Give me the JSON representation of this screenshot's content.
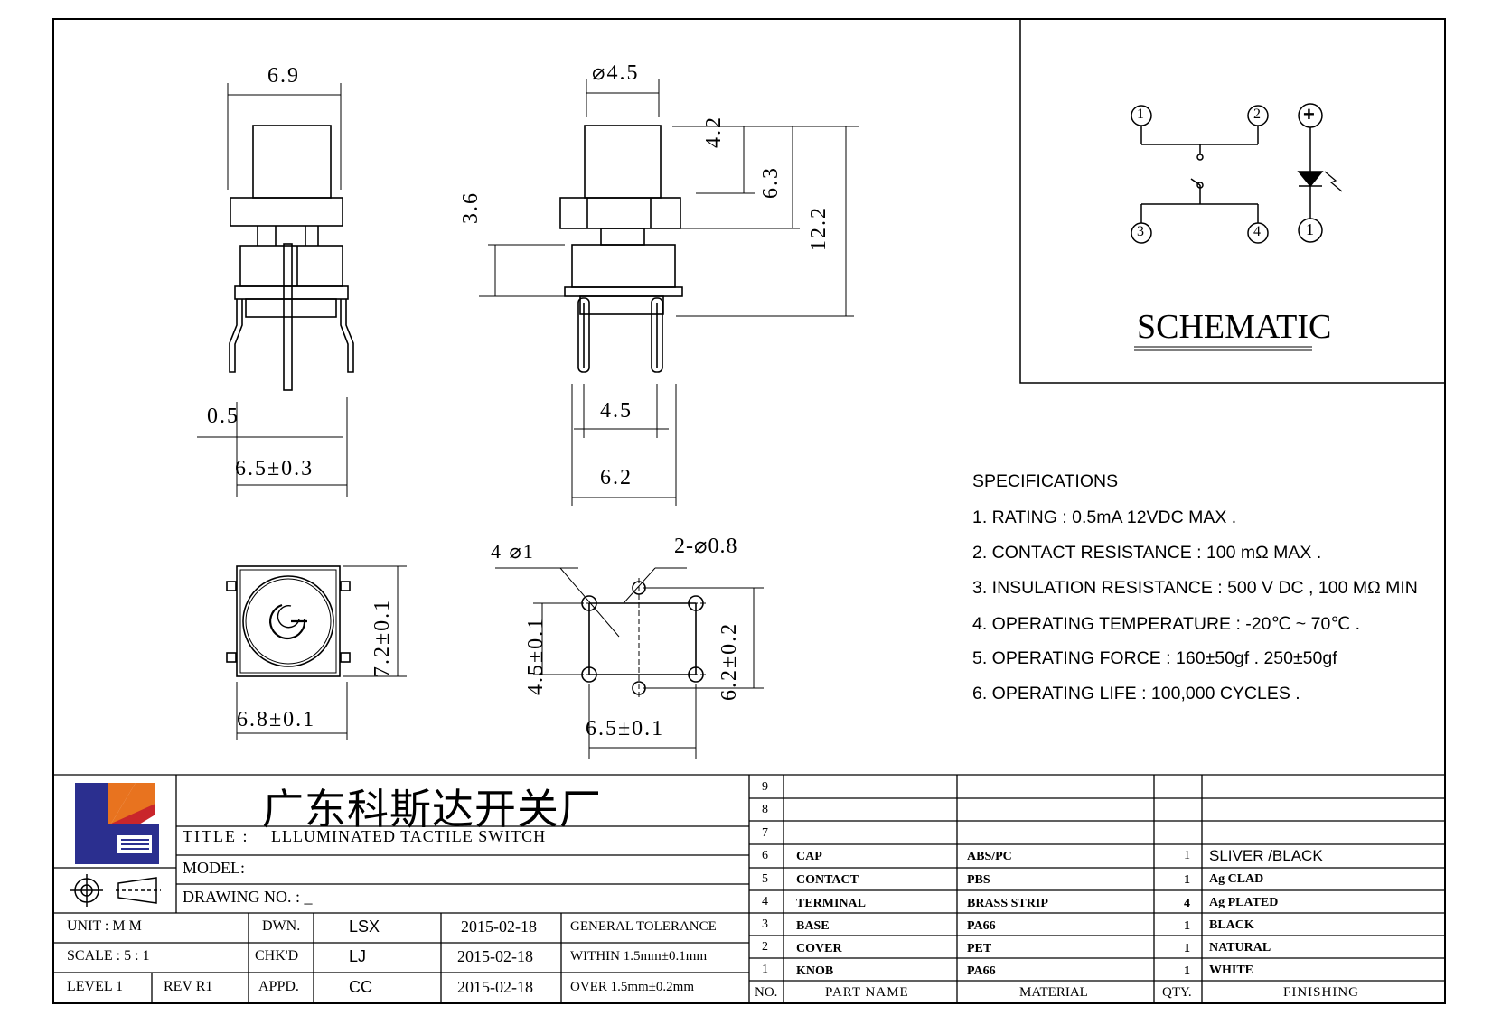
{
  "drawing": {
    "dims_side": {
      "top_width": "6.9",
      "pin_width": "0.5",
      "base_width": "6.5±0.3"
    },
    "dims_front": {
      "diameter": "⌀4.5",
      "h1": "4.2",
      "h2": "6.3",
      "h3": "12.2",
      "left": "3.6",
      "pin_pitch": "4.5",
      "base": "6.2"
    },
    "dims_top": {
      "height": "7.2±0.1",
      "width": "6.8±0.1"
    },
    "dims_footprint": {
      "holes4": "4 ⌀1",
      "holes2": "2-⌀0.8",
      "pitch_v": "4.5±0.1",
      "total_v": "6.2±0.2",
      "width": "6.5±0.1"
    }
  },
  "schematic": {
    "title": "SCHEMATIC",
    "pins": [
      "1",
      "2",
      "3",
      "4"
    ],
    "led_plus": "+",
    "led_pin": "1"
  },
  "specs": {
    "heading": "SPECIFICATIONS",
    "items": [
      "1. RATING : 0.5mA 12VDC MAX .",
      "2. CONTACT RESISTANCE : 100 mΩ MAX .",
      "3. INSULATION RESISTANCE : 500 V DC , 100 MΩ MIN",
      "4. OPERATING TEMPERATURE : -20℃ ~ 70℃ .",
      "5. OPERATING FORCE : 160±50gf . 250±50gf",
      "6. OPERATING LIFE : 100,000 CYCLES ."
    ]
  },
  "title_block": {
    "company": "广东科斯达开关厂",
    "title_label": "TITLE :",
    "title_value": "LLLUMINATED TACTILE SWITCH",
    "model_label": "MODEL:",
    "drawing_no_label": "DRAWING NO. : _",
    "rows": [
      {
        "c1": "UNIT   :   M M",
        "c2": "DWN.",
        "c3": "LSX",
        "c4": "2015-02-18",
        "c5": "GENERAL TOLERANCE"
      },
      {
        "c1": "SCALE  :  5 : 1",
        "c2": "CHK'D",
        "c3": "LJ",
        "c4": "2015-02-18",
        "c5": "WITHIN 1.5mm±0.1mm"
      },
      {
        "c1": "LEVEL 1",
        "c1b": "REV  R1",
        "c2": "APPD.",
        "c3": "CC",
        "c4": "2015-02-18",
        "c5": "OVER   1.5mm±0.2mm"
      }
    ],
    "colors": {
      "logo_blue": "#2b2f8f",
      "logo_orange": "#e8731f",
      "logo_red": "#c9262b"
    }
  },
  "bom": {
    "empty_rows": [
      "9",
      "8",
      "7"
    ],
    "rows": [
      {
        "no": "6",
        "part": "CAP",
        "material": "ABS/PC",
        "qty": "1",
        "finishing": "SLIVER /BLACK"
      },
      {
        "no": "5",
        "part": "CONTACT",
        "material": "PBS",
        "qty": "1",
        "finishing": "Ag CLAD"
      },
      {
        "no": "4",
        "part": "TERMINAL",
        "material": "BRASS STRIP",
        "qty": "4",
        "finishing": "Ag PLATED"
      },
      {
        "no": "3",
        "part": "BASE",
        "material": "PA66",
        "qty": "1",
        "finishing": "BLACK"
      },
      {
        "no": "2",
        "part": "COVER",
        "material": "PET",
        "qty": "1",
        "finishing": "NATURAL"
      },
      {
        "no": "1",
        "part": "KNOB",
        "material": "PA66",
        "qty": "1",
        "finishing": "WHITE"
      }
    ],
    "header": {
      "no": "NO.",
      "part": "PART  NAME",
      "material": "MATERIAL",
      "qty": "QTY.",
      "finishing": "FINISHING"
    }
  }
}
